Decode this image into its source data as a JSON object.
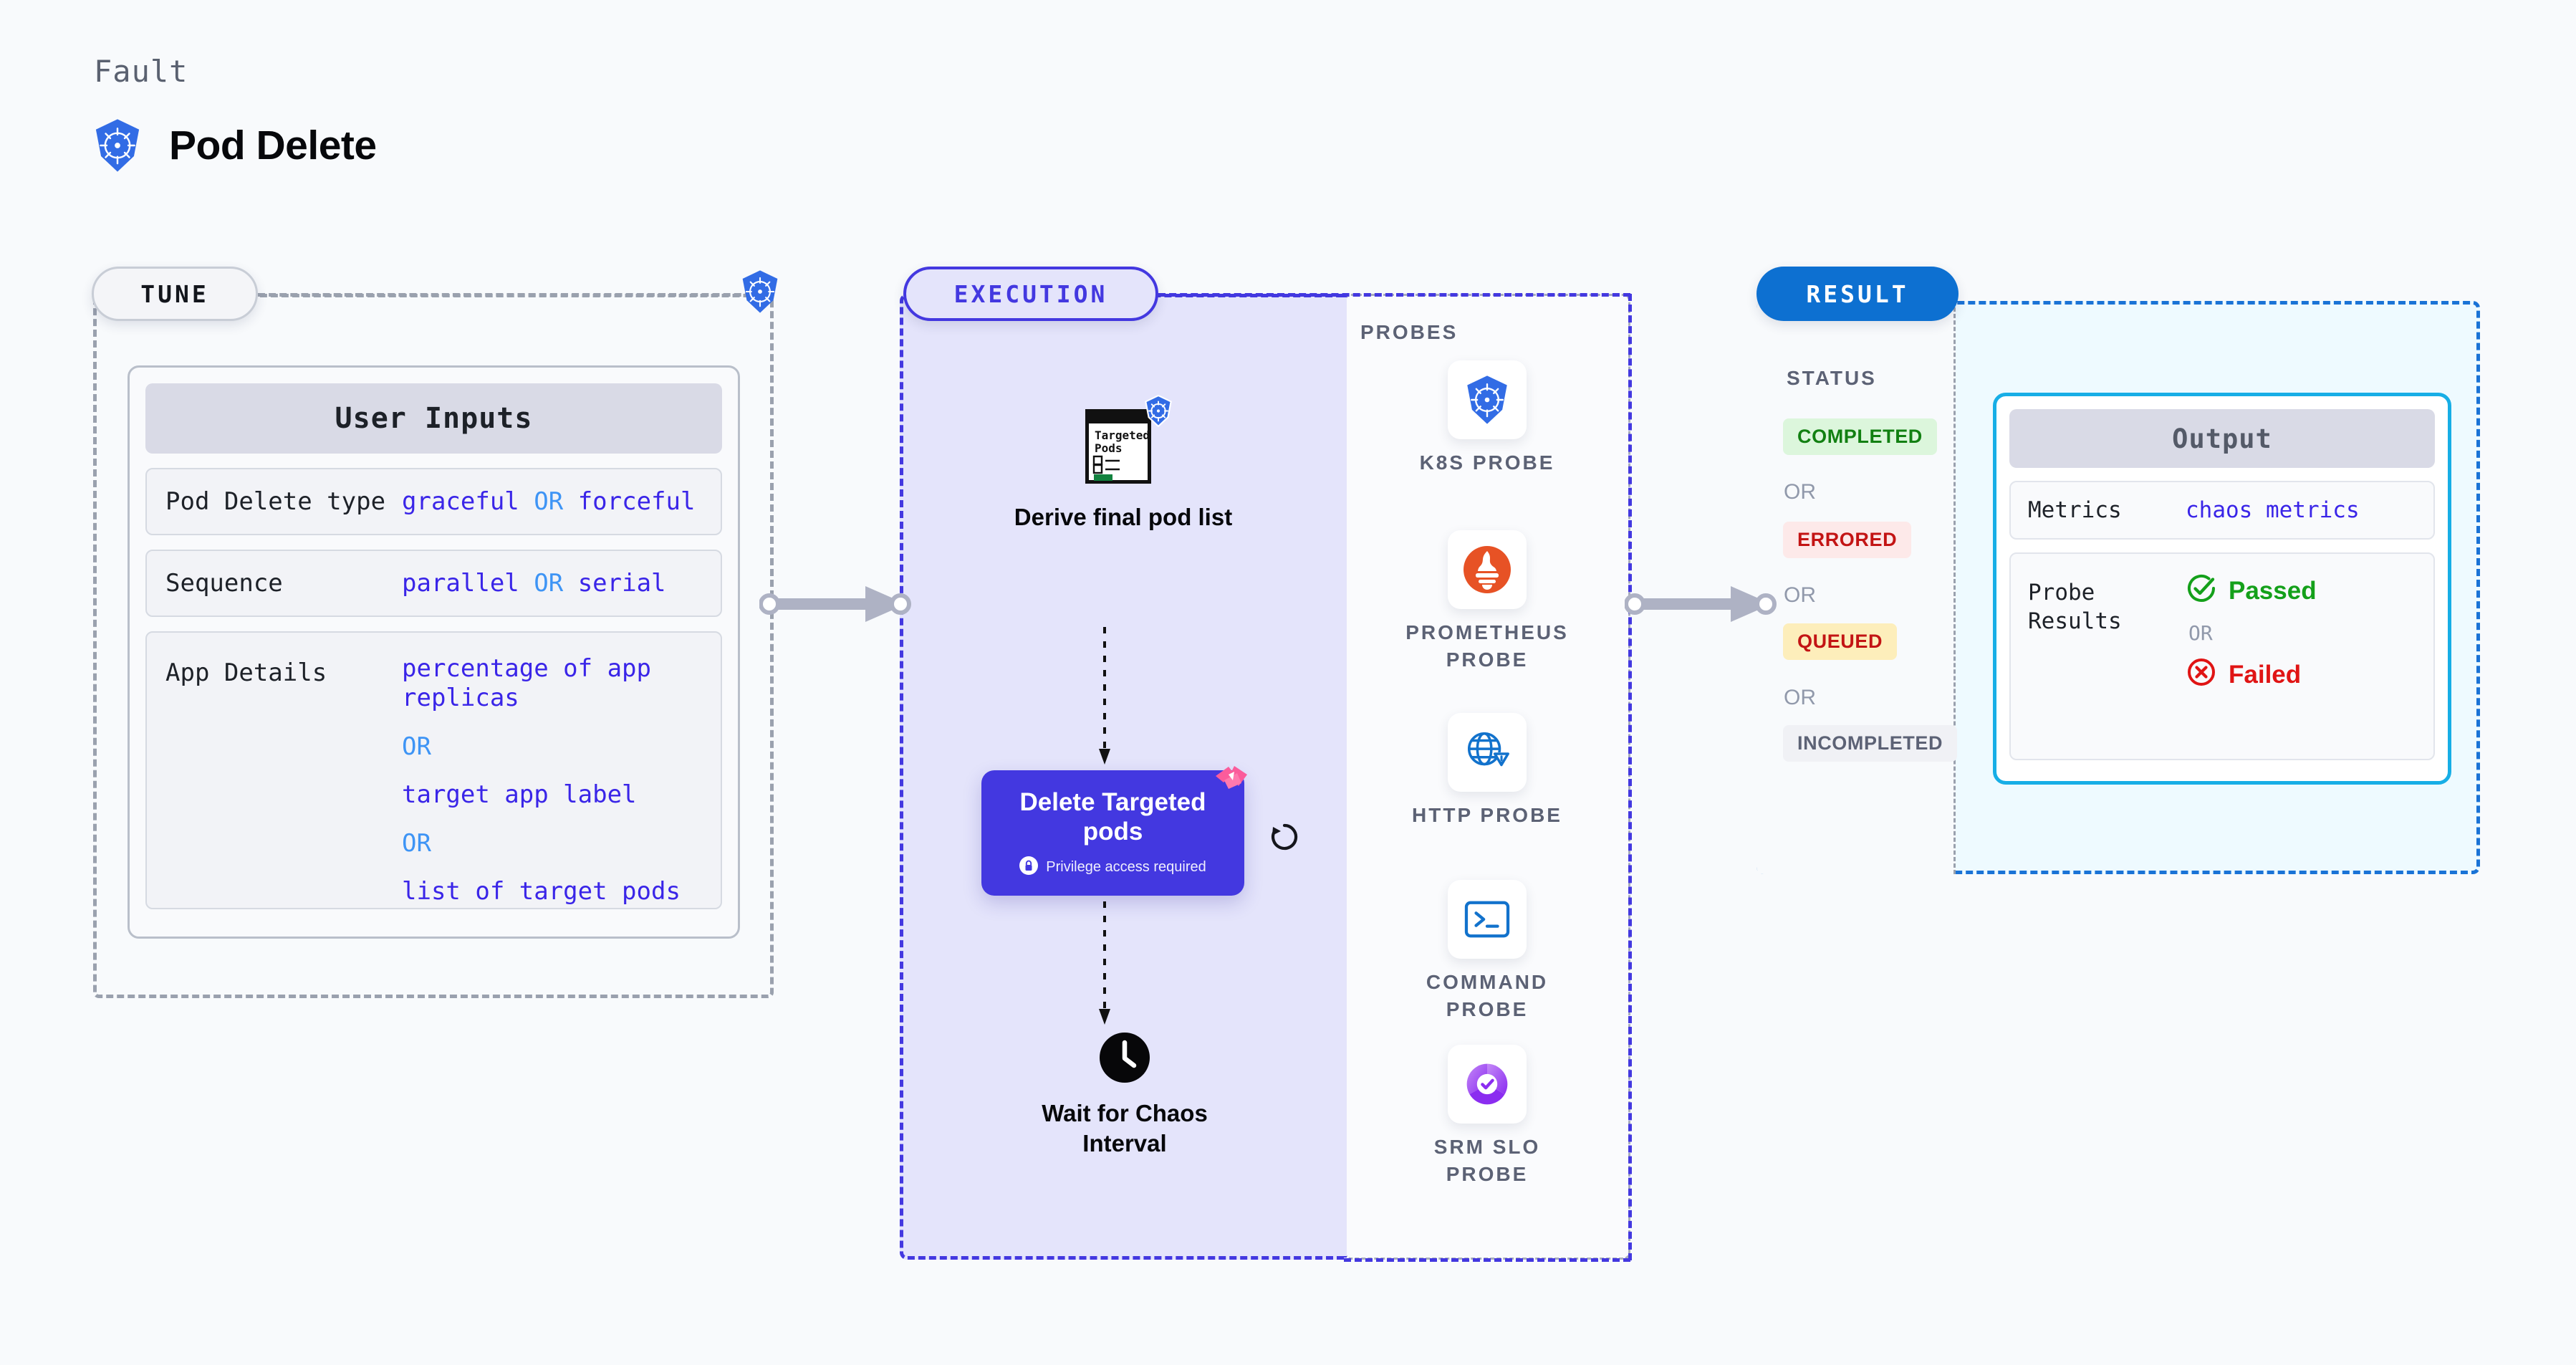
{
  "header": {
    "fault_label": "Fault",
    "title": "Pod Delete",
    "icon": "kubernetes-icon"
  },
  "sections": {
    "tune": {
      "pill_label": "TUNE",
      "badge_icon": "kubernetes-icon"
    },
    "execution": {
      "pill_label": "EXECUTION"
    },
    "probes": {
      "title": "PROBES"
    },
    "result": {
      "pill_label": "RESULT"
    }
  },
  "tune": {
    "card_title": "User Inputs",
    "rows": [
      {
        "label": "Pod Delete type",
        "values": [
          "graceful",
          "forceful"
        ],
        "separator": "OR"
      },
      {
        "label": "Sequence",
        "values": [
          "parallel",
          "serial"
        ],
        "separator": "OR"
      }
    ],
    "app_details": {
      "label": "App Details",
      "options": [
        "percentage of app replicas",
        "target app label",
        "list of target pods"
      ],
      "separator": "OR"
    }
  },
  "execution": {
    "derive_node": {
      "doc_title": "Targeted\nPods",
      "caption": "Derive final pod list",
      "badge_icon": "kubernetes-icon"
    },
    "delete_node": {
      "title": "Delete Targeted\npods",
      "subtitle": "Privilege access required",
      "subtitle_icon": "lock-icon",
      "corner_icon": "chaos-ribbon-icon",
      "side_icon": "loop-refresh-icon",
      "color": "#4338e0"
    },
    "wait_node": {
      "icon": "clock-icon",
      "caption": "Wait for Chaos\nInterval"
    }
  },
  "probes": [
    {
      "label": "K8S PROBE",
      "icon": "kubernetes-icon"
    },
    {
      "label": "PROMETHEUS\nPROBE",
      "icon": "prometheus-icon"
    },
    {
      "label": "HTTP PROBE",
      "icon": "http-globe-warning-icon"
    },
    {
      "label": "COMMAND\nPROBE",
      "icon": "terminal-icon"
    },
    {
      "label": "SRM SLO\nPROBE",
      "icon": "srm-slo-donut-check-icon"
    }
  ],
  "result": {
    "status_title": "STATUS",
    "separator": "OR",
    "statuses": [
      {
        "label": "COMPLETED",
        "bg": "#dcf6dc",
        "fg": "#128012"
      },
      {
        "label": "ERRORED",
        "bg": "#fde9e9",
        "fg": "#c31414"
      },
      {
        "label": "QUEUED",
        "bg": "#fdeebb",
        "fg": "#c31414"
      },
      {
        "label": "INCOMPLETED",
        "bg": "#f0f1f5",
        "fg": "#5c6275"
      }
    ],
    "output": {
      "card_title": "Output",
      "metrics": {
        "label": "Metrics",
        "value": "chaos metrics"
      },
      "probe_results": {
        "label": "Probe\nResults",
        "passed": "Passed",
        "failed": "Failed",
        "separator": "OR",
        "passed_icon": "check-circle-icon",
        "failed_icon": "x-circle-icon"
      }
    }
  },
  "colors": {
    "accent_purple": "#4338e0",
    "accent_blue": "#0d70d1",
    "link_blue": "#3a25e8",
    "or_blue": "#3e94f5",
    "cyan": "#17aee6"
  }
}
